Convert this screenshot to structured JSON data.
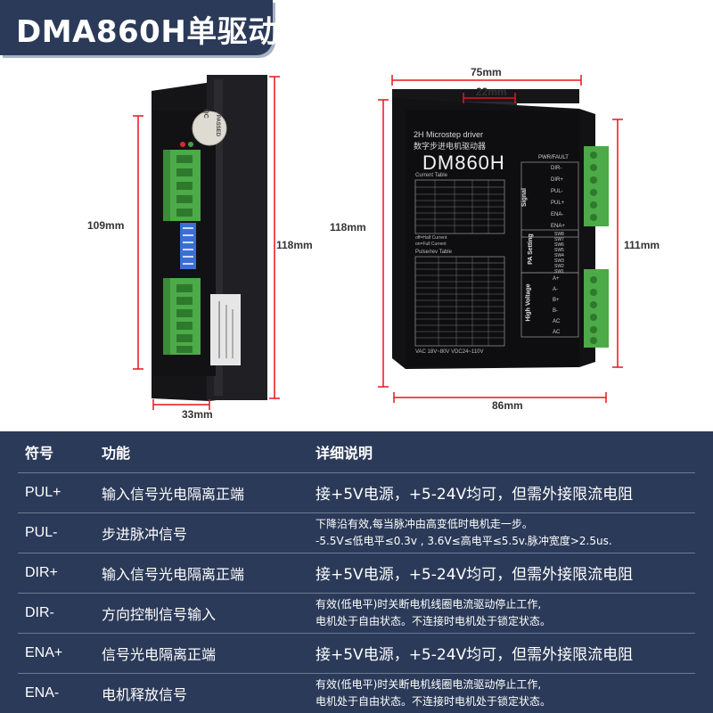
{
  "title": "DMA860H单驱动",
  "dimensions": {
    "side_height_inner": "109mm",
    "side_height_outer": "118mm",
    "side_width": "33mm",
    "front_width_top": "75mm",
    "front_hole_spacing": "22mm",
    "front_height_left": "118mm",
    "front_height_right": "111mm",
    "front_width_bottom": "86mm"
  },
  "device": {
    "qc_sticker_top": "QC",
    "qc_sticker_bottom": "PASSED",
    "subtitle": "2H Microstep driver",
    "subtitle_cn": "数字步进电机驱动器",
    "model": "DM860H",
    "current_table_label": "Current Table",
    "pulse_table_label": "Pulse/rev Table",
    "half_current_note": "off=Half Current",
    "full_current_note": "on=Full Current",
    "power_label": "VAC 18V~80V  VDC24~110V",
    "group_signal": "Signal",
    "group_pa": "PA Setting",
    "group_hv": "High Voltage",
    "pwr_fault": "PWR/FAULT",
    "terminal_signal": [
      "DIR-",
      "DIR+",
      "PUL-",
      "PUL+",
      "ENA-",
      "ENA+"
    ],
    "terminal_pa": [
      "SW8",
      "SW7",
      "SW6",
      "SW5",
      "SW4",
      "SW3",
      "SW2",
      "SW1"
    ],
    "terminal_hv": [
      "A+",
      "A-",
      "B+",
      "B-",
      "AC",
      "AC"
    ]
  },
  "table": {
    "headers": {
      "symbol": "符号",
      "function": "功能",
      "detail": "详细说明"
    },
    "rows": [
      {
        "symbol": "PUL+",
        "function": "输入信号光电隔离正端",
        "detail": [
          "接+5V电源，+5-24V均可，但需外接限流电阻"
        ],
        "big": true
      },
      {
        "symbol": "PUL-",
        "function": "步进脉冲信号",
        "detail": [
          "下降沿有效,每当脉冲由高变低时电机走一步。",
          "-5.5V≤低电平≤0.3v , 3.6V≤高电平≤5.5v.脉冲宽度>2.5us."
        ],
        "big": false
      },
      {
        "symbol": "DIR+",
        "function": "输入信号光电隔离正端",
        "detail": [
          "接+5V电源，+5-24V均可，但需外接限流电阻"
        ],
        "big": true
      },
      {
        "symbol": "DIR-",
        "function": "方向控制信号输入",
        "detail": [
          "有效(低电平)时关断电机线圈电流驱动停止工作,",
          "电机处于自由状态。不连接时电机处于锁定状态。"
        ],
        "big": false
      },
      {
        "symbol": "ENA+",
        "function": "信号光电隔离正端",
        "detail": [
          "接+5V电源，+5-24V均可，但需外接限流电阻"
        ],
        "big": true
      },
      {
        "symbol": "ENA-",
        "function": "电机释放信号",
        "detail": [
          "有效(低电平)时关断电机线圈电流驱动停止工作,",
          "电机处于自由状态。不连接时电机处于锁定状态。"
        ],
        "big": false
      }
    ]
  },
  "colors": {
    "banner": "#2b3a58",
    "table_bg": "#2b3a58",
    "dimension_line": "#e8141b",
    "terminal_green": "#4caa48",
    "housing": "#1c1c1e"
  }
}
